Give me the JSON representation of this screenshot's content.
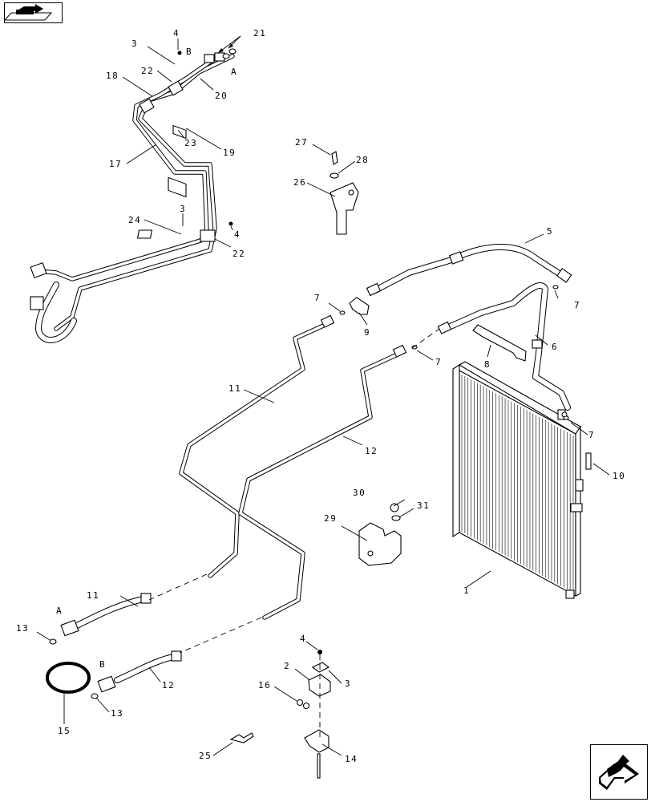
{
  "nav": {
    "top_icon": "book-page-arrow-icon",
    "bottom_icon": "next-page-arrow-icon"
  },
  "callouts": {
    "c1": "1",
    "c2": "2",
    "c3a": "3",
    "c3b": "3",
    "c3c": "3",
    "c4a": "4",
    "c4b": "4",
    "c4c": "4",
    "c5": "5",
    "c6": "6",
    "c7a": "7",
    "c7b": "7",
    "c7c": "7",
    "c7d": "7",
    "c8": "8",
    "c9": "9",
    "c10": "10",
    "c11a": "11",
    "c11b": "11",
    "c12a": "12",
    "c12b": "12",
    "c13a": "13",
    "c13b": "13",
    "c14": "14",
    "c15": "15",
    "c16": "16",
    "c17": "17",
    "c18": "18",
    "c19": "19",
    "c20": "20",
    "c21": "21",
    "c22a": "22",
    "c22b": "22",
    "c23": "23",
    "c24": "24",
    "c25": "25",
    "c26": "26",
    "c27": "27",
    "c28": "28",
    "c29": "29",
    "c30": "30",
    "c31": "31"
  },
  "connections": {
    "a_top": "A",
    "b_top": "B",
    "a_bottom": "A",
    "b_bottom": "B"
  }
}
